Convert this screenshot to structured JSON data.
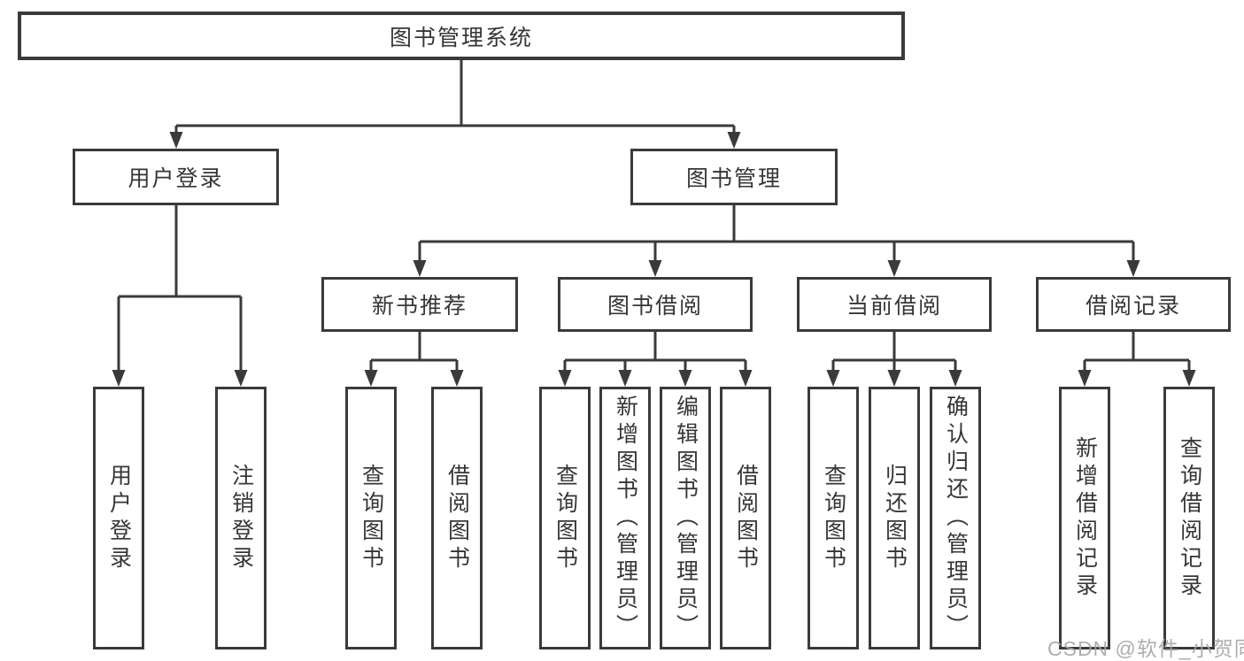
{
  "diagram": {
    "root": "图书管理系统",
    "children": [
      {
        "label": "用户登录",
        "leaves": [
          "用户登录",
          "注销登录"
        ]
      },
      {
        "label": "图书管理",
        "children": [
          {
            "label": "新书推荐",
            "leaves": [
              "查询图书",
              "借阅图书"
            ]
          },
          {
            "label": "图书借阅",
            "leaves": [
              "查询图书",
              "新增图书（管理员）",
              "编辑图书（管理员）",
              "借阅图书"
            ]
          },
          {
            "label": "当前借阅",
            "leaves": [
              "查询图书",
              "归还图书",
              "确认归还（管理员）"
            ]
          },
          {
            "label": "借阅记录",
            "leaves": [
              "新增借阅记录",
              "查询借阅记录"
            ]
          }
        ]
      }
    ]
  },
  "watermark": "CSDN @软件_小贺同学",
  "colors": {
    "line": "#3a3a3a",
    "text": "#363636",
    "box_background": "#ffffff",
    "watermark": "#a5a5a5"
  }
}
